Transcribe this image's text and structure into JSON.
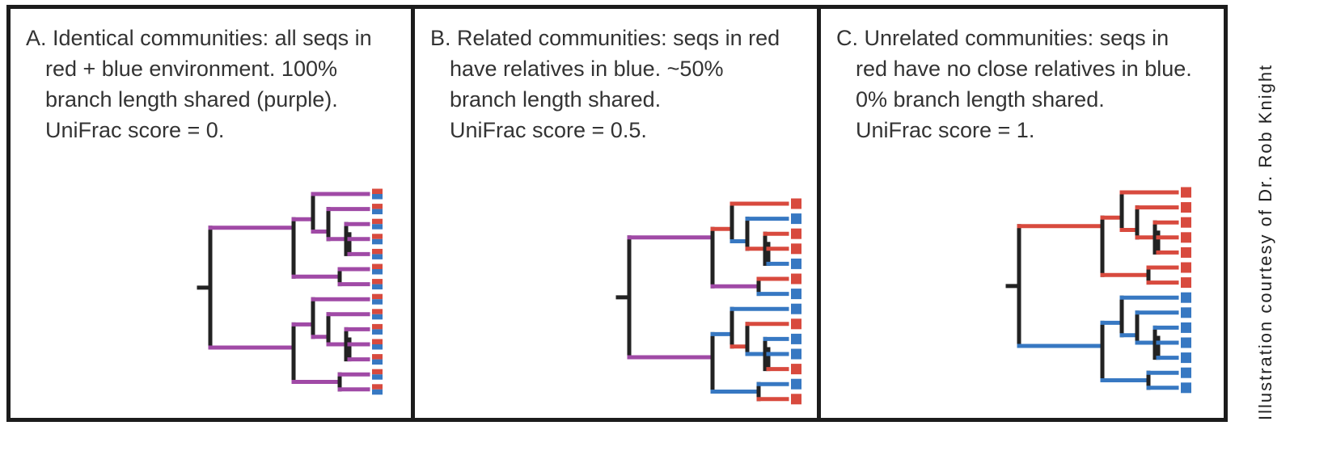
{
  "colors": {
    "border": "#1c1c1c",
    "trunk": "#222222",
    "purple": "#a04aa6",
    "red": "#d84a3e",
    "blue": "#3778c2"
  },
  "panels": [
    {
      "lines": [
        "A. Identical communities: all seqs in",
        "red + blue environment. 100%",
        "branch length shared (purple).",
        "UniFrac score = 0."
      ],
      "top_branch": "purple",
      "bottom_branch": "purple",
      "inner": [
        "purple",
        "purple",
        "purple",
        "purple",
        "purple",
        "purple",
        "purple",
        "purple",
        "purple",
        "purple",
        "purple",
        "purple",
        "purple",
        "purple"
      ],
      "leaves": [
        "both",
        "both",
        "both",
        "both",
        "both",
        "both",
        "both",
        "both",
        "both",
        "both",
        "both",
        "both",
        "both",
        "both"
      ]
    },
    {
      "lines": [
        "B. Related communities: seqs in red",
        "have relatives in blue.  ~50%",
        "branch length shared.",
        "UniFrac score = 0.5."
      ],
      "top_branch": "purple",
      "bottom_branch": "purple",
      "inner": [
        "red",
        "blue",
        "red",
        "red",
        "blue",
        "purple",
        "purple",
        "blue",
        "red",
        "blue",
        "red",
        "purple",
        "blue",
        "red"
      ],
      "leaves": [
        "red",
        "blue",
        "red",
        "red",
        "blue",
        "red",
        "blue",
        "blue",
        "red",
        "blue",
        "blue",
        "red",
        "blue",
        "red"
      ]
    },
    {
      "lines": [
        "C. Unrelated communities: seqs in",
        "red have no close relatives in blue.",
        "0% branch length shared.",
        "UniFrac score = 1."
      ],
      "top_branch": "red",
      "bottom_branch": "blue",
      "inner": [
        "red",
        "red",
        "red",
        "red",
        "red",
        "red",
        "red",
        "blue",
        "blue",
        "blue",
        "blue",
        "blue",
        "blue",
        "blue"
      ],
      "leaves": [
        "red",
        "red",
        "red",
        "red",
        "red",
        "red",
        "red",
        "blue",
        "blue",
        "blue",
        "blue",
        "blue",
        "blue",
        "blue"
      ]
    }
  ],
  "credit": "Illustration courtesy of Dr. Rob Knight"
}
